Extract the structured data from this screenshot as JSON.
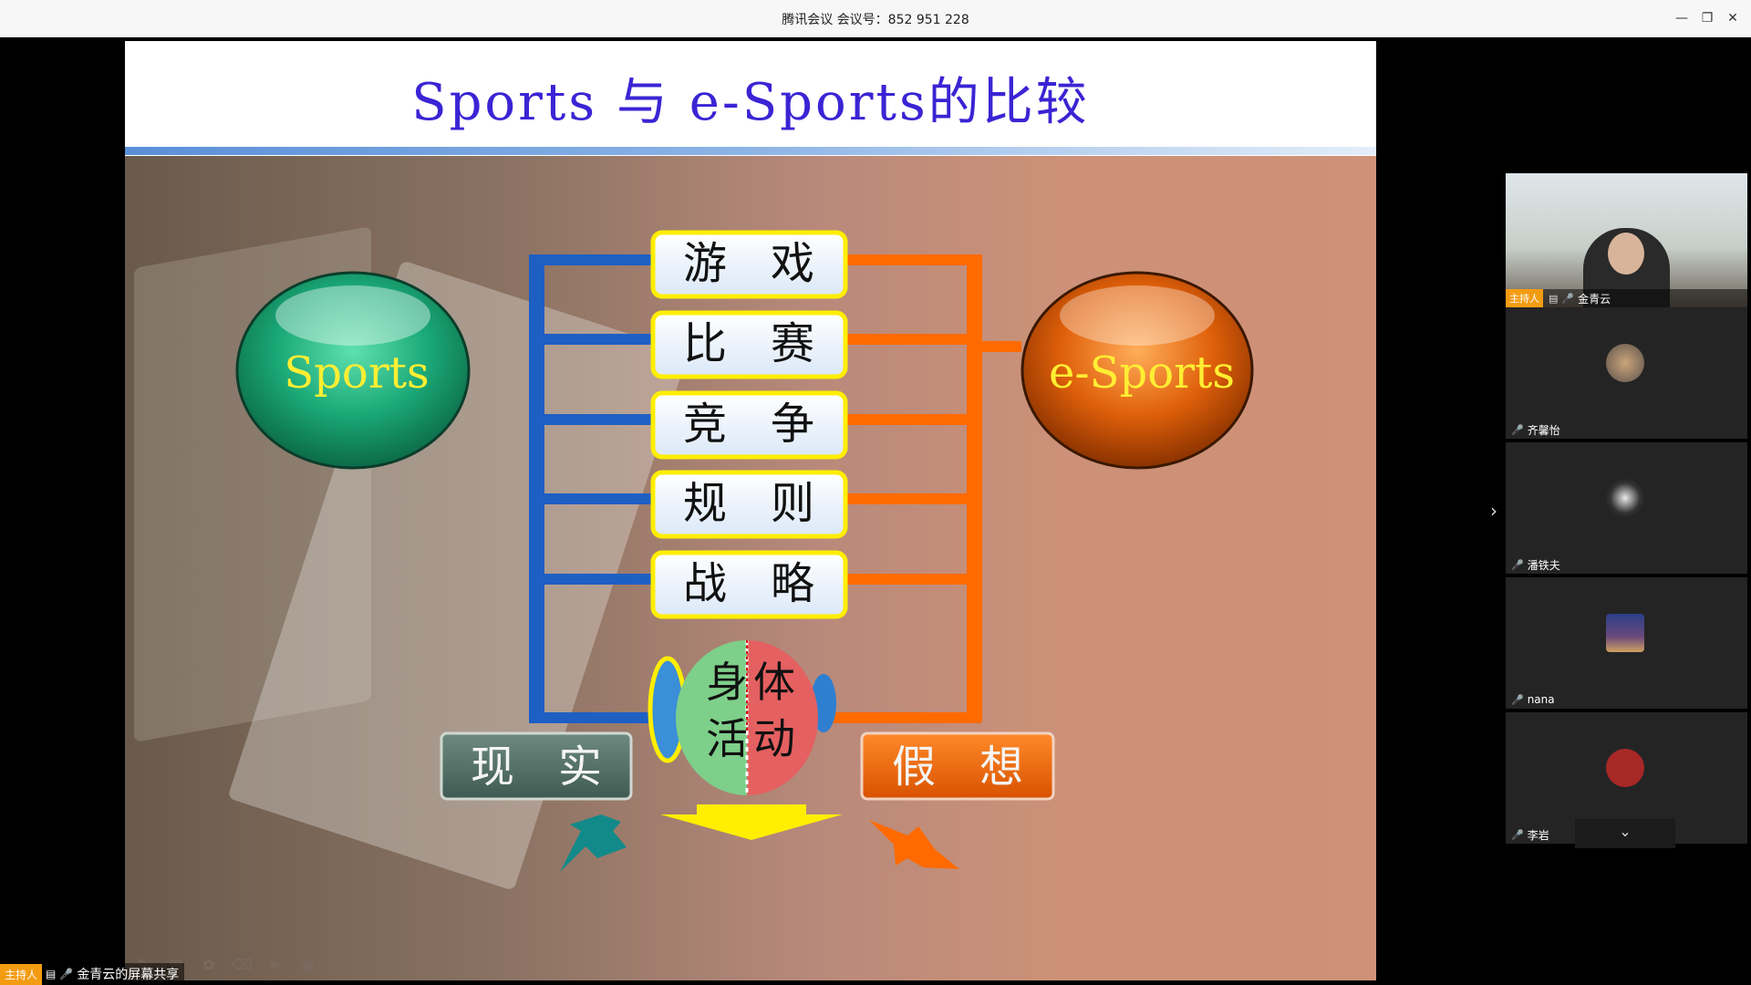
{
  "window": {
    "title": "腾讯会议 会议号：852 951 228",
    "minimize_icon": "minimize-icon",
    "restore_icon": "restore-icon",
    "close_icon": "close-icon"
  },
  "slide": {
    "title": "Sports 与 e-Sports的比较",
    "left_circle": "Sports",
    "right_circle": "e-Sports",
    "items": [
      "游　戏",
      "比　赛",
      "竞　争",
      "规　则",
      "战　略"
    ],
    "center_top_left": "身",
    "center_top_right": "体",
    "center_bottom_left": "活",
    "center_bottom_right": "动",
    "left_box": "现　实",
    "right_box": "假　想",
    "colors": {
      "title": "#3b24d4",
      "sports_circle": "#1aa877",
      "esports_circle": "#e0600a",
      "blue_connector": "#1e5fc4",
      "orange_connector": "#ff6a00",
      "item_border": "#ffee00"
    }
  },
  "presenter_tag": {
    "host_badge": "主持人",
    "label": "金青云的屏幕共享"
  },
  "participants": [
    {
      "name": "金青云",
      "host_badge": "主持人",
      "video": true
    },
    {
      "name": "齐馨怡"
    },
    {
      "name": "潘铁夫"
    },
    {
      "name": "nana"
    },
    {
      "name": "李岩"
    }
  ],
  "controls": {
    "expand_icon": "chevron-right-icon",
    "scroll_down_icon": "chevron-down-icon"
  }
}
